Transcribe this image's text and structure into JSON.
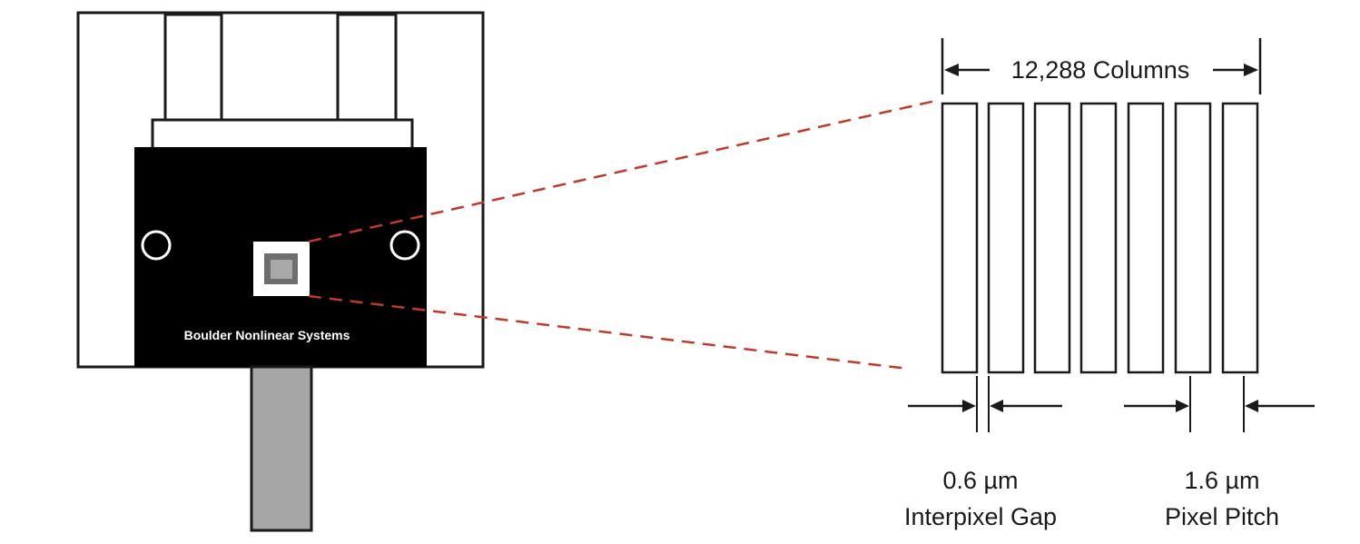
{
  "device": {
    "board_label": "Boulder Nonlinear Systems"
  },
  "detail": {
    "columns_label": "12,288 Columns",
    "column_count_drawn": 7,
    "gap": {
      "value": "0.6 µm",
      "label": "Interpixel Gap"
    },
    "pitch": {
      "value": "1.6 µm",
      "label": "Pixel Pitch"
    }
  },
  "colors": {
    "line": "#1a1a1a",
    "board": "#000000",
    "board_text": "#ffffff",
    "cable": "#a6a6a6",
    "chip": "#9a9a9a",
    "zoom_lines": "#c0392b"
  }
}
